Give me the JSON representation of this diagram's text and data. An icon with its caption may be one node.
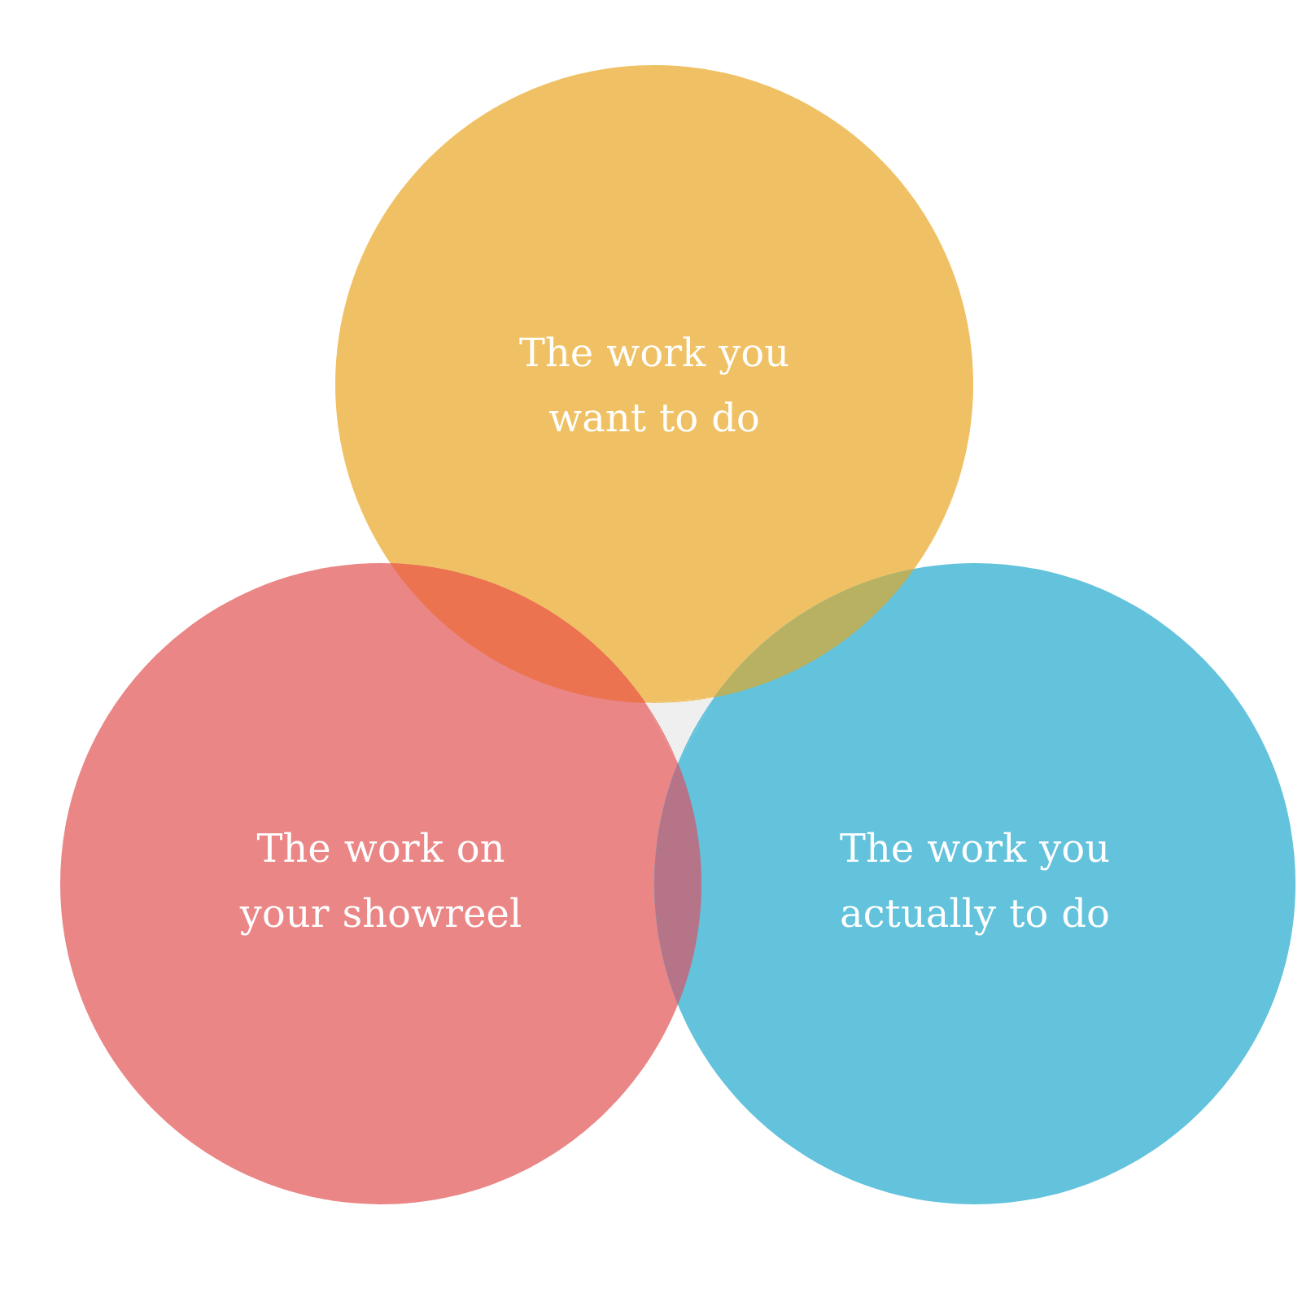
{
  "diagram": {
    "nodes": [
      {
        "text": [
          "The work you want to do"
        ]
      },
      {
        "text": [
          "The work on your showreel"
        ]
      },
      {
        "text": [
          "The work you actually to do"
        ]
      }
    ]
  }
}
